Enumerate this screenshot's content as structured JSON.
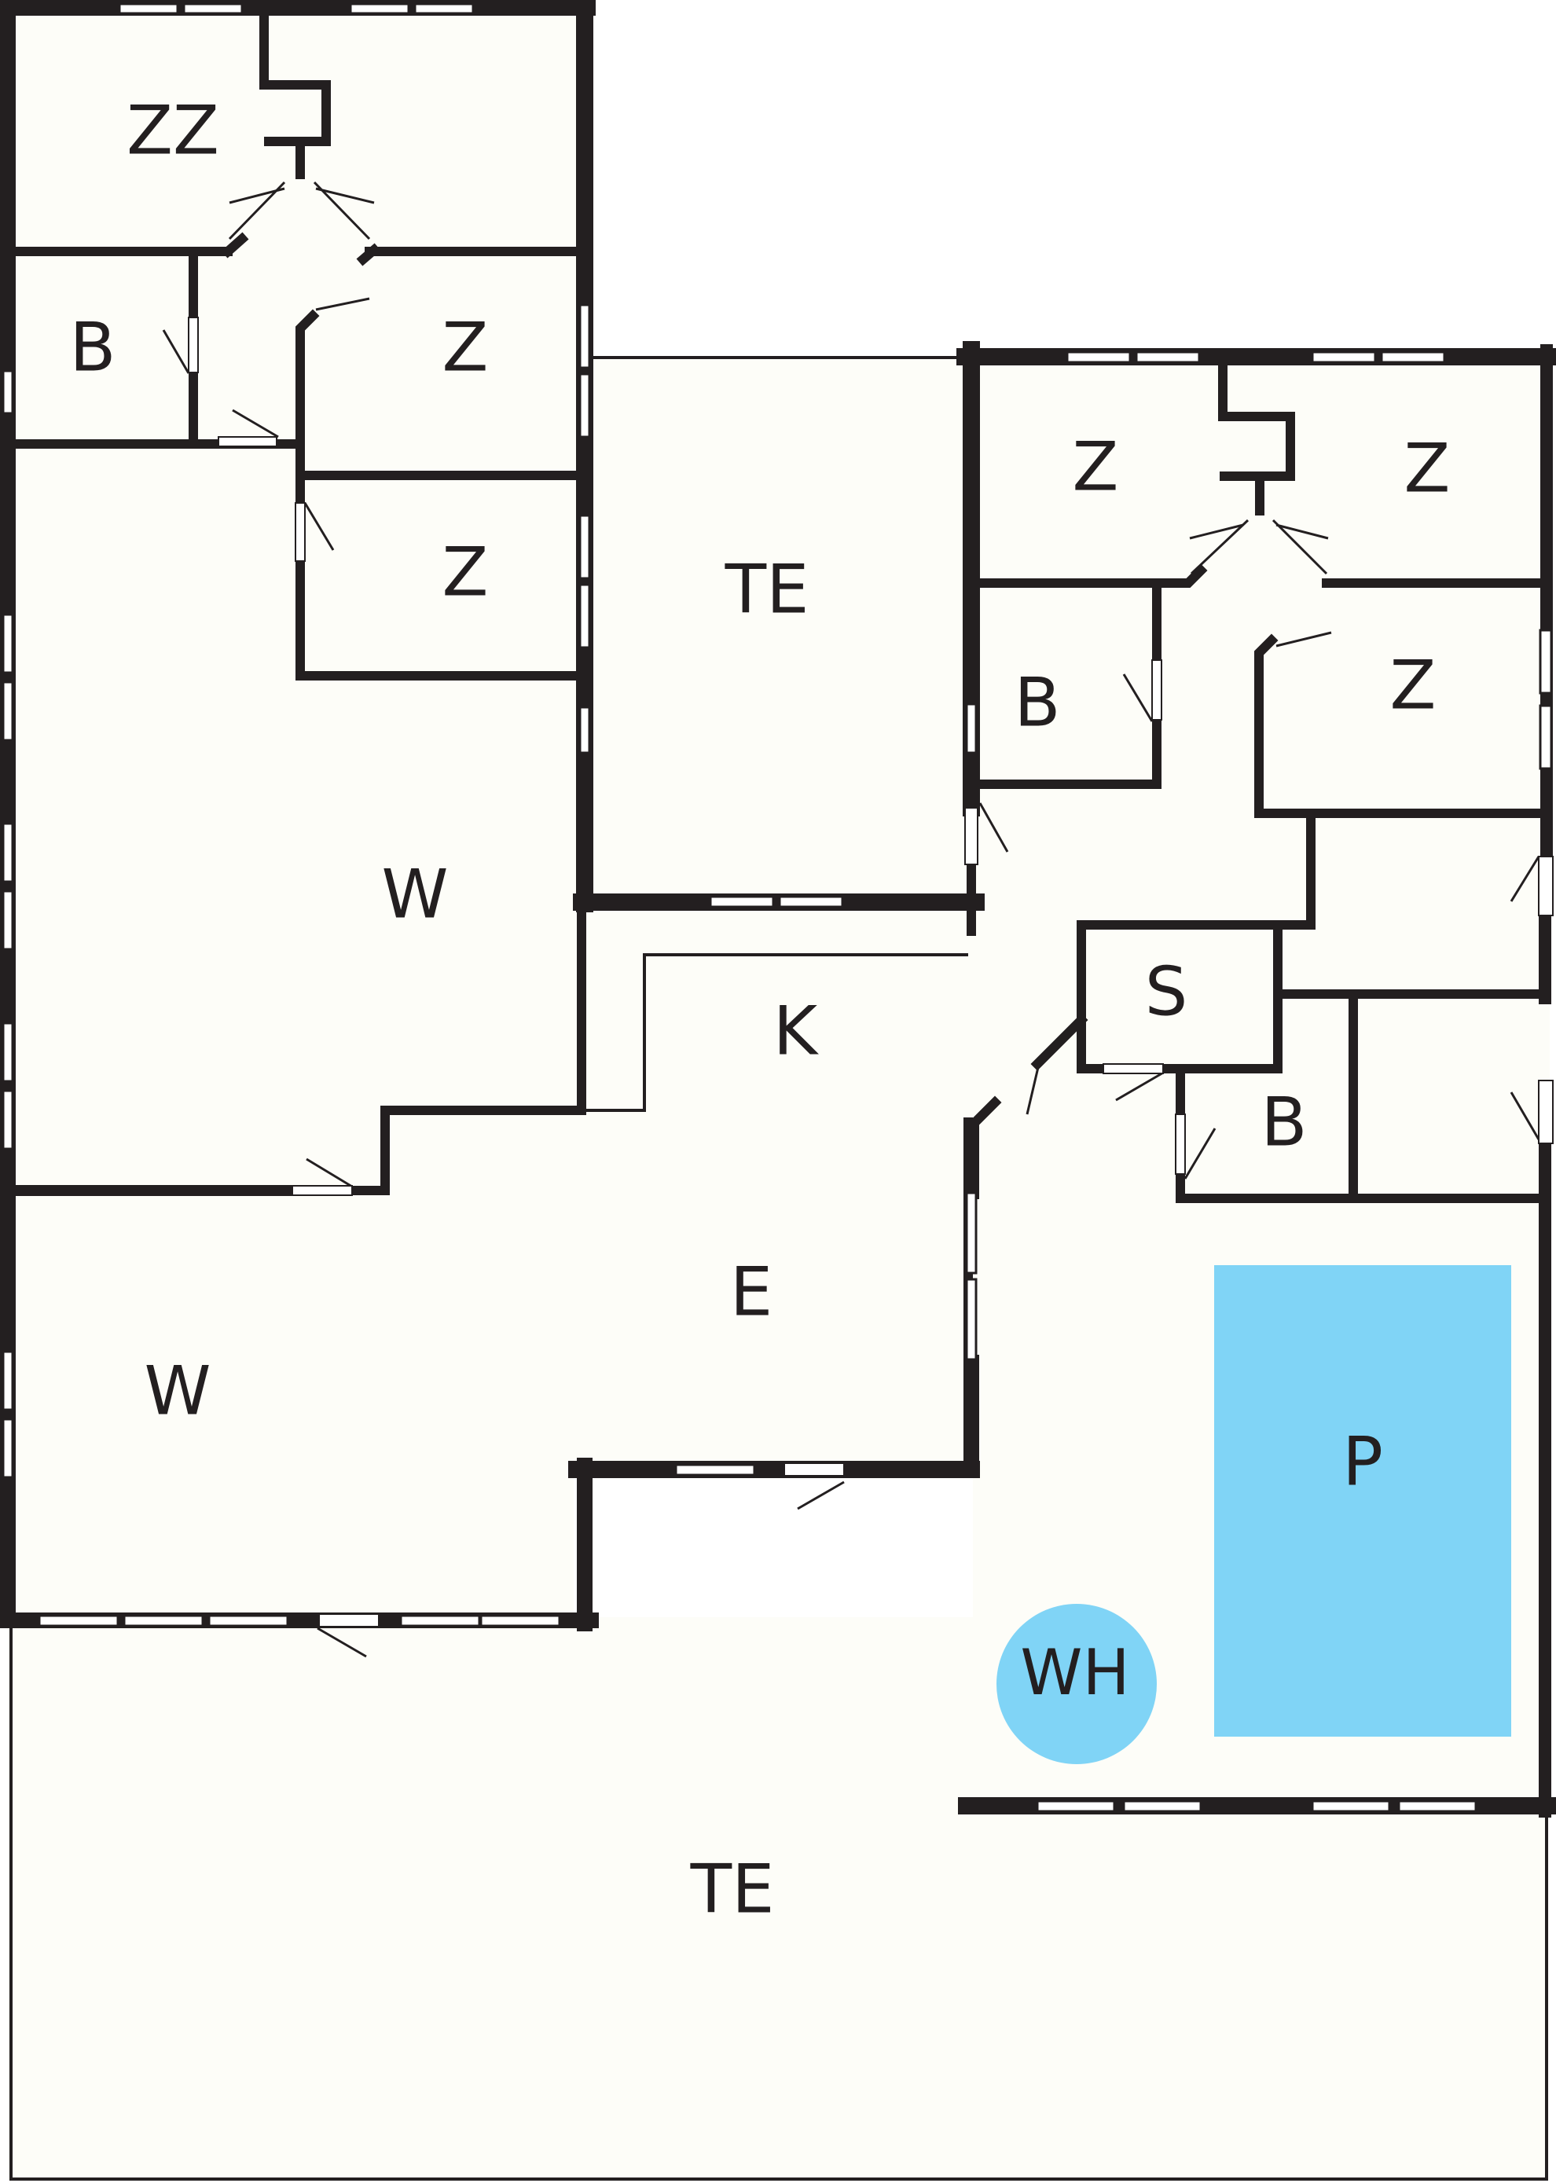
{
  "colors": {
    "floor": "#fdfdf8",
    "wall": "#231f20",
    "window": "#ffffff",
    "water": "#80d4f6"
  },
  "rooms": {
    "zz": "ZZ",
    "b_left": "B",
    "z_left_1": "Z",
    "z_left_2": "Z",
    "te_upper": "TE",
    "w_upper": "W",
    "k": "K",
    "e": "E",
    "w_lower": "W",
    "te_lower": "TE",
    "z_right_1": "Z",
    "z_right_2": "Z",
    "b_right": "B",
    "z_right_3": "Z",
    "s": "S",
    "b_right_lower": "B",
    "p": "P",
    "wh": "WH"
  }
}
